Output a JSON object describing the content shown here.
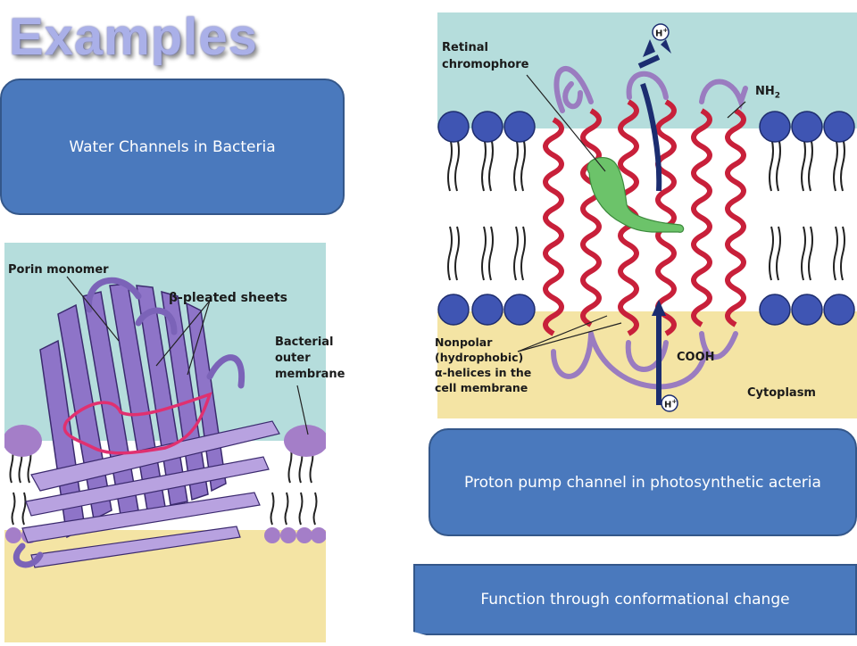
{
  "title": "Examples",
  "boxes": {
    "water": "Water Channels in  Bacteria",
    "proton": "Proton pump channel in photosynthetic acteria",
    "function": "Function through conformational change"
  },
  "porin_figure": {
    "porin_monomer": "Porin monomer",
    "beta_sheets": "β-pleated sheets",
    "outer_membrane_l1": "Bacterial",
    "outer_membrane_l2": "outer",
    "outer_membrane_l3": "membrane"
  },
  "pump_figure": {
    "retinal_l1": "Retinal",
    "retinal_l2": "chromophore",
    "nh2": "NH",
    "nh2_sub": "2",
    "h_top": "H",
    "h_bottom": "H",
    "h_sup": "+",
    "nonpolar_l1": "Nonpolar",
    "nonpolar_l2": "(hydrophobic)",
    "nonpolar_l3": "α-helices in the",
    "nonpolar_l4": "cell membrane",
    "cooh": "COOH",
    "cytoplasm": "Cytoplasm"
  },
  "colors": {
    "box_fill": "#4a79bd",
    "periplasm": "#b5dddc",
    "cytoplasm_band": "#f4e4a4",
    "helix_red": "#c8203a",
    "porin_purple": "#8e74c8",
    "lipid_head_blue": "#3f55b3",
    "lipid_head_purple": "#a47ec8",
    "retinal_green": "#6cc36a"
  }
}
